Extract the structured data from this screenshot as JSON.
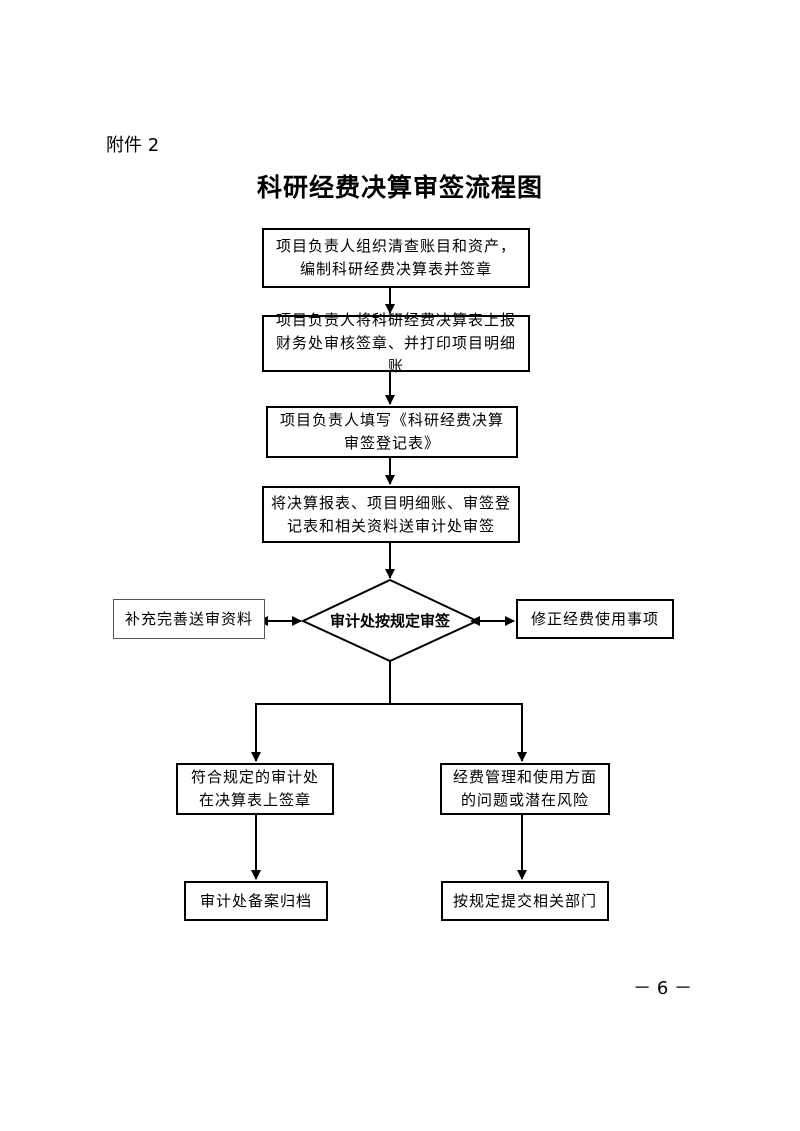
{
  "header": {
    "attachment": "附件 2"
  },
  "title": "科研经费决算审签流程图",
  "steps": [
    "项目负责人组织清查账目和资产，编制科研经费决算表并签章",
    "项目负责人将科研经费决算表上报财务处审核签章、并打印项目明细账",
    "项目负责人填写《科研经费决算审签登记表》",
    "将决算报表、项目明细账、审签登记表和相关资料送审计处审签"
  ],
  "decision": "审计处按规定审签",
  "side_left": "补充完善送审资料",
  "side_right": "修正经费使用事项",
  "branch_left": {
    "result": "符合规定的审计处在决算表上签章",
    "final": "审计处备案归档"
  },
  "branch_right": {
    "result": "经费管理和使用方面的问题或潜在风险",
    "final": "按规定提交相关部门"
  },
  "footer": {
    "page_number": "－ 6 －"
  }
}
